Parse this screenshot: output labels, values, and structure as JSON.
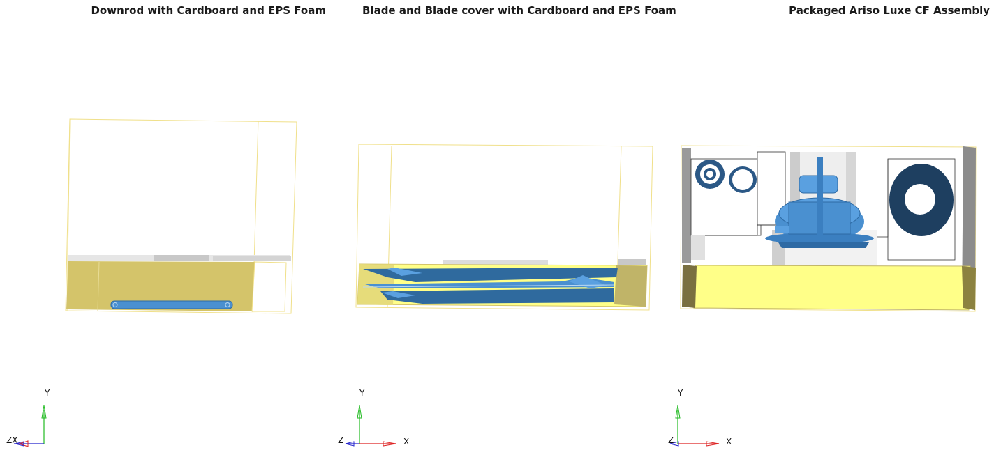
{
  "viewports": [
    {
      "title": "Downrod with Cardboard and EPS Foam",
      "triad": {
        "y_label": "Y",
        "x_label": "",
        "z_label": "ZX"
      }
    },
    {
      "title": "Blade and Blade cover with Cardboard and EPS Foam",
      "triad": {
        "y_label": "Y",
        "x_label": "X",
        "z_label": "Z"
      }
    },
    {
      "title": "Packaged Ariso Luxe CF Assembly",
      "triad": {
        "y_label": "Y",
        "x_label": "X",
        "z_label": "Z"
      }
    }
  ],
  "colors": {
    "cardboard_wire": "#f0e08a",
    "eps_foam": "#d4c46a",
    "eps_foam_light": "#ffff88",
    "part_blue": "#4a90d0",
    "part_dark_blue": "#1e3f60",
    "axis_y": "#22bb22",
    "axis_x": "#dd2222",
    "axis_z": "#2222cc"
  }
}
